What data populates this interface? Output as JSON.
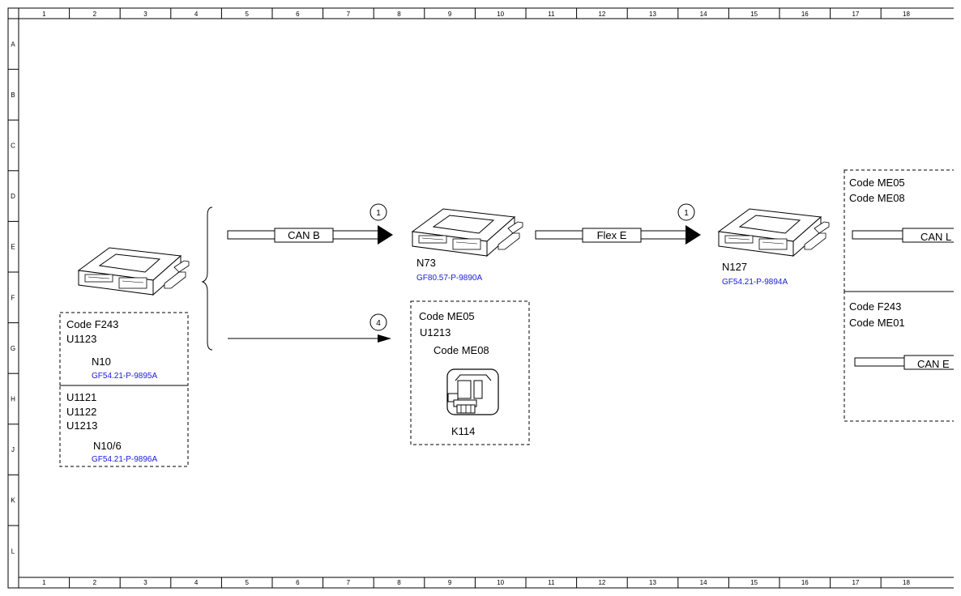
{
  "grid": {
    "columns": [
      "1",
      "2",
      "3",
      "4",
      "5",
      "6",
      "7",
      "8",
      "9",
      "10",
      "11",
      "12",
      "13",
      "14",
      "15",
      "16",
      "17",
      "18"
    ],
    "rows": [
      "A",
      "B",
      "C",
      "D",
      "E",
      "F",
      "G",
      "H",
      "J",
      "K",
      "L"
    ]
  },
  "modules": {
    "n10": {
      "name": "N10",
      "ref": "GF54.21-P-9895A",
      "codes": [
        "Code F243",
        "U1123"
      ]
    },
    "n10_6": {
      "name": "N10/6",
      "ref": "GF54.21-P-9896A",
      "codes": [
        "U1121",
        "U1122",
        "U1213"
      ]
    },
    "n73": {
      "name": "N73",
      "ref": "GF80.57-P-9890A"
    },
    "k114": {
      "name": "K114",
      "codes": [
        "Code ME05",
        "U1213",
        "Code ME08"
      ]
    },
    "n127": {
      "name": "N127",
      "ref": "GF54.21-P-9894A"
    },
    "right_top": {
      "codes": [
        "Code ME05",
        "Code ME08"
      ],
      "bus": "CAN L"
    },
    "right_bottom": {
      "codes": [
        "Code F243",
        "Code ME01"
      ],
      "bus": "CAN E"
    }
  },
  "connections": [
    {
      "bus": "CAN B",
      "marker": "1"
    },
    {
      "bus": "",
      "marker": "4"
    },
    {
      "bus": "Flex E",
      "marker": "1"
    }
  ]
}
